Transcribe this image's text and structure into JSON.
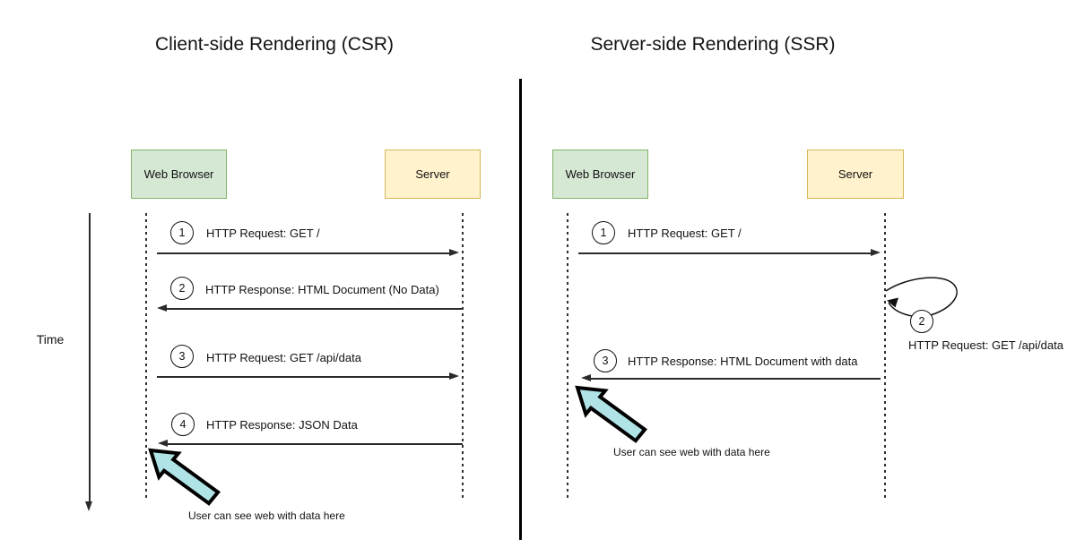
{
  "diagram": {
    "time_axis_label": "Time",
    "csr": {
      "title": "Client-side Rendering (CSR)",
      "browser_label": "Web Browser",
      "server_label": "Server",
      "messages": [
        {
          "num": "1",
          "label": "HTTP Request: GET /",
          "direction": "right"
        },
        {
          "num": "2",
          "label": "HTTP Response: HTML Document (No Data)",
          "direction": "left"
        },
        {
          "num": "3",
          "label": "HTTP Request: GET /api/data",
          "direction": "right"
        },
        {
          "num": "4",
          "label": "HTTP Response: JSON Data",
          "direction": "left"
        }
      ],
      "annotation": "User can see web with data here"
    },
    "ssr": {
      "title": "Server-side Rendering (SSR)",
      "browser_label": "Web Browser",
      "server_label": "Server",
      "messages": [
        {
          "num": "1",
          "label": "HTTP Request: GET /",
          "direction": "right"
        },
        {
          "num": "2",
          "label": "HTTP Request: GET /api/data",
          "direction": "self-loop-on-server"
        },
        {
          "num": "3",
          "label": "HTTP Response: HTML Document with data",
          "direction": "left"
        }
      ],
      "annotation": "User can see web with data here"
    },
    "colors": {
      "browser_fill": "#d5e8d4",
      "browser_border": "#82b366",
      "server_fill": "#fff2cc",
      "server_border": "#d6b656",
      "highlight_arrow_fill": "#b0e3e6",
      "line": "#2b2b2b",
      "divider": "#000000"
    }
  }
}
